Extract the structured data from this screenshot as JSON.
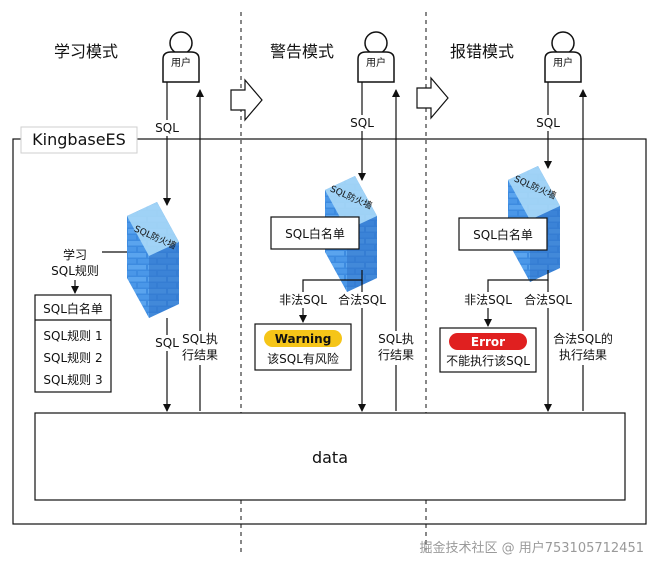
{
  "modes": {
    "learning": "学习模式",
    "warning": "警告模式",
    "error": "报错模式"
  },
  "user_label": "用户",
  "system_label": "KingbaseES",
  "firewall_label": "SQL防火墙",
  "data_label": "data",
  "learning": {
    "sql_in": "SQL",
    "learn_line1": "学习",
    "learn_line2": "SQL规则",
    "whitelist_header": "SQL白名单",
    "rules": [
      "SQL规则 1",
      "SQL规则 2",
      "SQL规则 3"
    ],
    "sql_down": "SQL",
    "result_line1": "SQL执",
    "result_line2": "行结果"
  },
  "warning": {
    "sql_in": "SQL",
    "whitelist": "SQL白名单",
    "illegal": "非法SQL",
    "legal": "合法SQL",
    "badge": "Warning",
    "message": "该SQL有风险",
    "result_line1": "SQL执",
    "result_line2": "行结果"
  },
  "error": {
    "sql_in": "SQL",
    "whitelist": "SQL白名单",
    "illegal": "非法SQL",
    "legal": "合法SQL",
    "badge": "Error",
    "message": "不能执行该SQL",
    "result_line1": "合法SQL的",
    "result_line2": "执行结果"
  },
  "watermark": "掘金技术社区 @ 用户753105712451",
  "colors": {
    "warning_badge": "#f5c518",
    "error_badge": "#e02020",
    "firewall_light": "#9fd3f5",
    "firewall_dark": "#2f7fd8"
  }
}
